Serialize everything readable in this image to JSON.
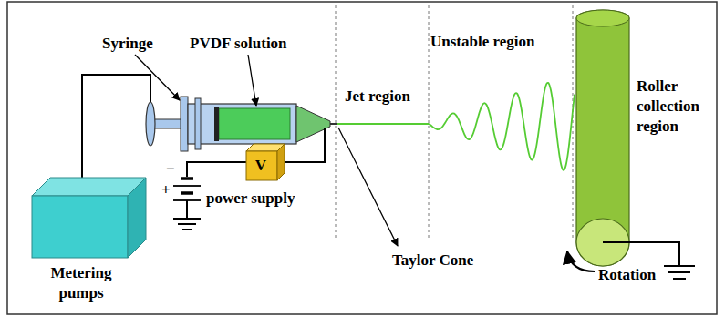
{
  "diagram": {
    "nodes": [
      {
        "text": [
          "Metering pumps"
        ]
      },
      {
        "text": [
          "V"
        ]
      },
      {
        "text": [
          "Roller collection region"
        ]
      }
    ],
    "labels": [
      "Syringe",
      "PVDF solution",
      "Jet region",
      "Unstable region",
      "Taylor Cone",
      "power supply",
      "Rotation",
      "−",
      "+"
    ]
  }
}
